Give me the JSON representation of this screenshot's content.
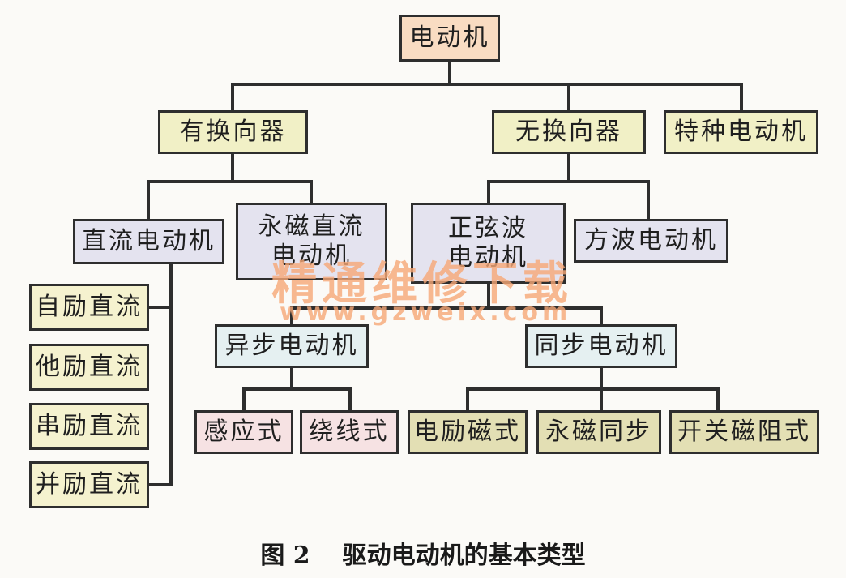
{
  "nodes": {
    "root": "电动机",
    "commutator": "有换向器",
    "no_commutator": "无换向器",
    "special": "特种电动机",
    "dc_motor": "直流电动机",
    "pm_dc_line1": "永磁直流",
    "pm_dc_line2": "电动机",
    "sine_line1": "正弦波",
    "sine_line2": "电动机",
    "square": "方波电动机",
    "self_excited": "自励直流",
    "separately_excited": "他励直流",
    "series_excited": "串励直流",
    "shunt_excited": "并励直流",
    "async": "异步电动机",
    "sync": "同步电动机",
    "induction": "感应式",
    "wound": "绕线式",
    "electric_excited": "电励磁式",
    "pm_sync": "永磁同步",
    "switched_reluctance": "开关磁阻式"
  },
  "watermark": {
    "text": "精通维修下载",
    "url": "www.gzweix.com"
  },
  "caption": {
    "number": "图 2",
    "title": "驱动电动机的基本类型"
  },
  "colors": {
    "root": "#f9dcc2",
    "level1": "#f1f0c6",
    "level2": "#e4e3ef",
    "dc_types": "#f5f2cf",
    "sine_types": "#e5f0f1",
    "async_types": "#f6e2e3",
    "sync_types": "#e3dfb4",
    "lines": "#2e2e2e",
    "watermark": "#f7a877"
  }
}
